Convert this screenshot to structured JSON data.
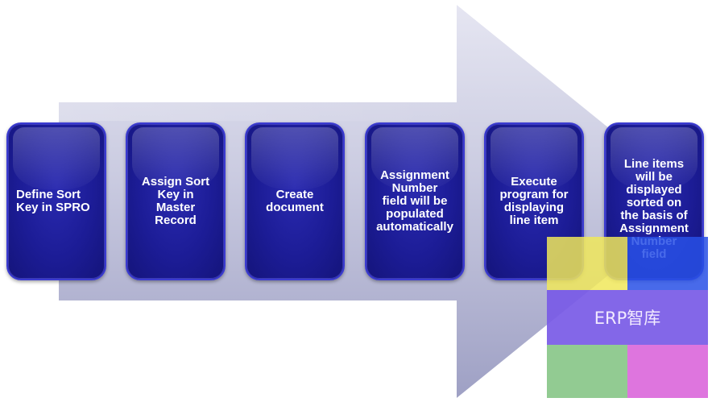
{
  "steps": [
    {
      "label": "Define Sort\nKey in SPRO"
    },
    {
      "label": "Assign Sort\nKey in\nMaster\nRecord"
    },
    {
      "label": "Create\ndocument"
    },
    {
      "label": "Assignment\nNumber\nfield will be\npopulated",
      "sublabel": "automatically"
    },
    {
      "label": "Execute\nprogram for\ndisplaying\nline item"
    },
    {
      "label": "Line items\nwill be\ndisplayed\nsorted on\nthe basis of\nAssignment\nNumber\nfield"
    }
  ],
  "watermark": {
    "text": "ERP智库"
  },
  "colors": {
    "box_fill": "#1c1c96",
    "box_border": "#3a3ad0",
    "arrow_light": "#d6d7ea",
    "arrow_dark": "#9a9cc4",
    "watermark_yellow": "#f0e85a",
    "watermark_blue": "#2850e6",
    "watermark_purple": "#785ae6",
    "watermark_green": "#8cc88c",
    "watermark_pink": "#dc6edc"
  }
}
